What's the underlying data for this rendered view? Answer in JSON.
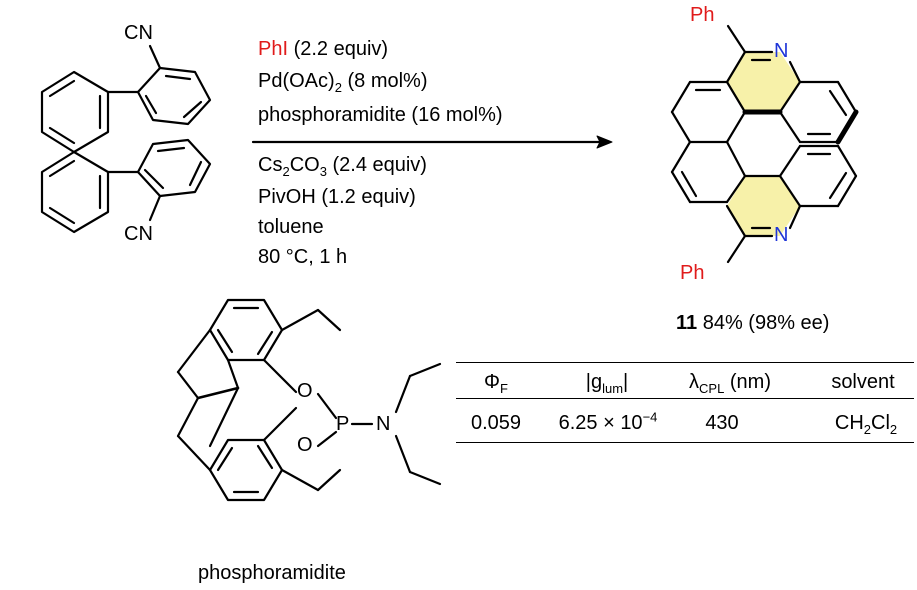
{
  "reactant": {
    "cn_top": "CN",
    "cn_bottom": "CN"
  },
  "conditions": {
    "above": [
      {
        "main": "PhI",
        "rest": " (2.2 equiv)"
      },
      {
        "main": "Pd(OAc)",
        "sub": "2",
        "rest": " (8 mol%)"
      },
      {
        "main": "phosphoramidite (16 mol%)"
      }
    ],
    "below": [
      {
        "main": "Cs",
        "sub": "2",
        "main2": "CO",
        "sub2": "3",
        "rest": " (2.4 equiv)"
      },
      {
        "main": "PivOH (1.2 equiv)"
      },
      {
        "main": "toluene"
      },
      {
        "main": "80 °C, 1 h"
      }
    ]
  },
  "product": {
    "ph_top": "Ph",
    "n_top": "N",
    "ph_bottom": "Ph",
    "n_bottom": "N",
    "compound_number": "11",
    "yield_text": "84% (98% ee)"
  },
  "ligand": {
    "o_top": "O",
    "o_bottom": "O",
    "p": "P",
    "n": "N",
    "label": "phosphoramidite"
  },
  "table": {
    "headers": [
      {
        "main": "Φ",
        "sub": "F"
      },
      {
        "main": "|g",
        "sub": "lum",
        "rest": "|"
      },
      {
        "main": "λ",
        "sub": "CPL",
        "rest": " (nm)"
      },
      {
        "main": "solvent"
      }
    ],
    "row": {
      "phi": "0.059",
      "glum_mantissa": "6.25 × 10",
      "glum_exp": "−4",
      "lambda": "430",
      "solvent_a": "CH",
      "solvent_sub1": "2",
      "solvent_b": "Cl",
      "solvent_sub2": "2"
    }
  },
  "colors": {
    "accent_red": "#e01b1b",
    "nitrogen_blue": "#1f35d8",
    "highlight": "#f7f1a9"
  }
}
